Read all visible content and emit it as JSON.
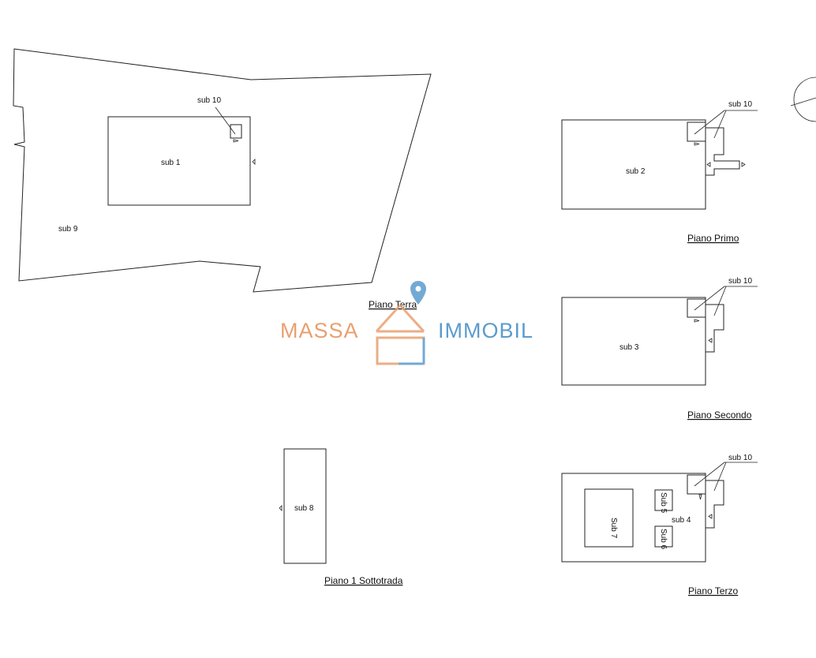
{
  "floors": {
    "terra": {
      "title": "Piano Terra",
      "sub_main": "sub 1",
      "sub_area": "sub 9",
      "sub_shared": "sub 10"
    },
    "primo": {
      "title": "Piano Primo",
      "sub_main": "sub 2",
      "sub_shared": "sub 10"
    },
    "secondo": {
      "title": "Piano Secondo",
      "sub_main": "sub 3",
      "sub_shared": "sub 10"
    },
    "terzo": {
      "title": "Piano Terzo",
      "sub_main": "sub 4",
      "sub_a": "Sub 5",
      "sub_b": "Sub 6",
      "sub_c": "Sub 7",
      "sub_shared": "sub 10"
    },
    "sottotrada": {
      "title": "Piano 1 Sottotrada",
      "sub_main": "sub 8"
    }
  },
  "watermark": {
    "left": "MASSA",
    "right": "IMMOBIL",
    "color_left": "#e8a070",
    "color_right": "#5b9ccd"
  }
}
